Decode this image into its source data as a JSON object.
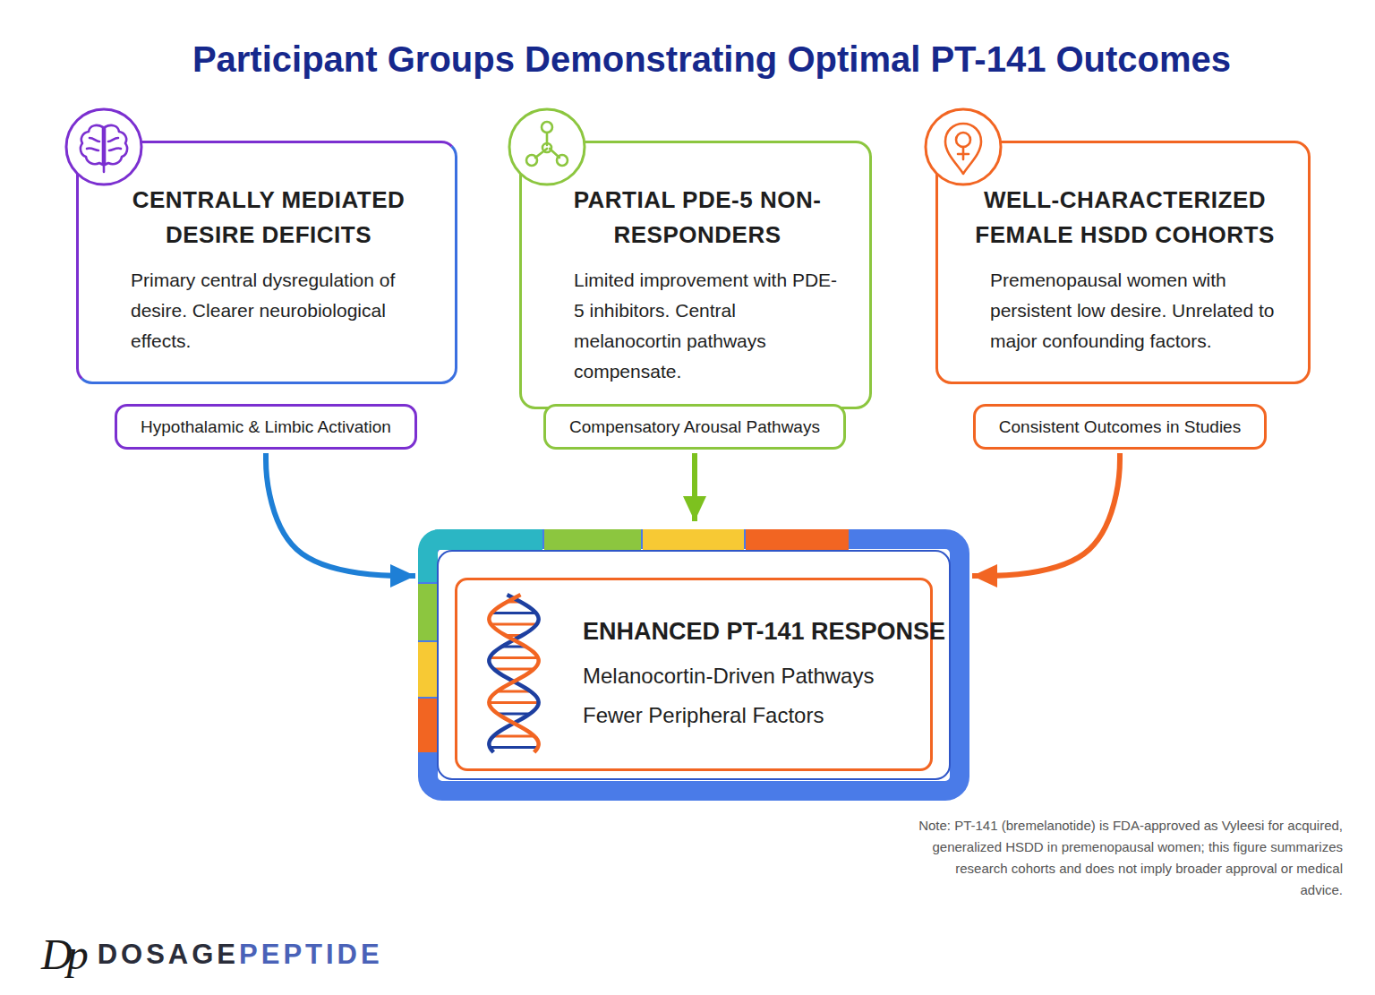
{
  "diagram": {
    "title": "Participant Groups Demonstrating Optimal PT-141 Outcomes",
    "nodes": [
      {
        "text": [
          "CENTRALLY MEDIATED DESIRE DEFICITS",
          "Primary central dysregulation of desire. Clearer neurobiological effects."
        ]
      },
      {
        "text": [
          "PARTIAL PDE-5 NON-RESPONDERS",
          "Limited improvement with PDE-5 inhibitors. Central melanocortin pathways compensate."
        ]
      },
      {
        "text": [
          "WELL-CHARACTERIZED FEMALE HSDD COHORTS",
          "Premenopausal women with persistent low desire. Unrelated to major confounding factors."
        ]
      },
      {
        "text": [
          "Hypothalamic & Limbic Activation"
        ]
      },
      {
        "text": [
          "Compensatory Arousal Pathways"
        ]
      },
      {
        "text": [
          "Consistent Outcomes in Studies"
        ]
      },
      {
        "text": [
          "ENHANCED PT-141 RESPONSE",
          "Melanocortin-Driven Pathways",
          "Fewer Peripheral Factors"
        ]
      }
    ],
    "edges": [
      {
        "from": 3,
        "to": 6,
        "arrow": "to"
      },
      {
        "from": 4,
        "to": 6,
        "arrow": "to"
      },
      {
        "from": 5,
        "to": 6,
        "arrow": "to"
      }
    ],
    "labels": [
      "Note: PT-141 (bremelanotide) is FDA-approved as Vyleesi for acquired, generalized HSDD in premenopausal women; this figure summarizes research cohorts and does not imply broader approval or medical advice.",
      "Dp",
      "DOSAGE",
      "PEPTIDE"
    ]
  }
}
